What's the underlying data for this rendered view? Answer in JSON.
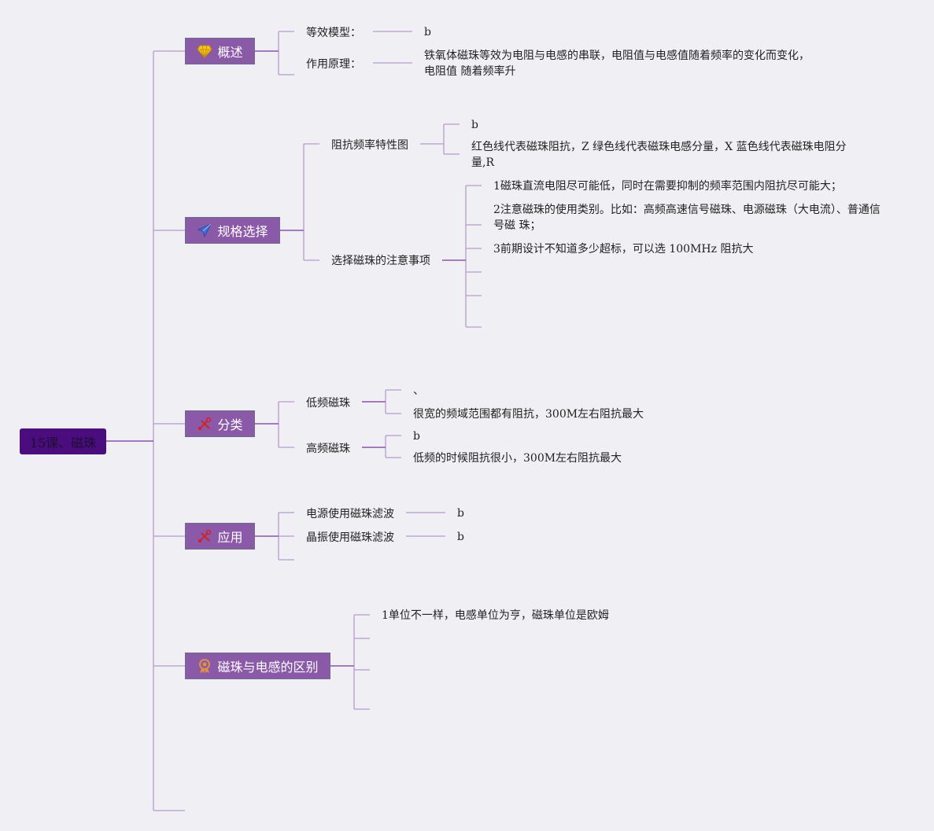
{
  "root": {
    "label": "15课、磁珠"
  },
  "branches": {
    "overview": {
      "label": "概述",
      "icon": "diamond-icon",
      "items": [
        {
          "label": "等效模型：",
          "value": "b"
        },
        {
          "label": "作用原理：",
          "value": "铁氧体磁珠等效为电阻与电感的串联，电阻值与电感值随着频率的变化而变化，电阻值 随着频率升"
        }
      ]
    },
    "spec": {
      "label": "规格选择",
      "icon": "paper-plane-icon",
      "impedance": {
        "label": "阻抗频率特性图",
        "values": [
          "b",
          "红色线代表磁珠阻抗，Z 绿色线代表磁珠电感分量，X 蓝色线代表磁珠电阻分量,R"
        ]
      },
      "notes": {
        "label": "选择磁珠的注意事项",
        "values": [
          "1磁珠直流电阻尽可能低，同时在需要抑制的频率范围内阻抗尽可能大；",
          "2注意磁珠的使用类别。比如：高频高速信号磁珠、电源磁珠（大电流）、普通信号磁 珠；",
          "3前期设计不知道多少超标，可以选 100MHz 阻抗大"
        ]
      }
    },
    "category": {
      "label": "分类",
      "icon": "tools-icon",
      "low": {
        "label": "低频磁珠",
        "values": [
          "、",
          "很宽的频域范围都有阻抗，300M左右阻抗最大"
        ]
      },
      "high": {
        "label": "高频磁珠",
        "values": [
          "b",
          "低频的时候阻抗很小，300M左右阻抗最大"
        ]
      }
    },
    "application": {
      "label": "应用",
      "icon": "tools-icon",
      "items": [
        {
          "label": "电源使用磁珠滤波",
          "value": "b"
        },
        {
          "label": "晶振使用磁珠滤波",
          "value": "b"
        }
      ]
    },
    "difference": {
      "label": "磁珠与电感的区别",
      "icon": "award-icon",
      "values": [
        "1单位不一样，电感单位为亨，磁珠单位是欧姆"
      ]
    }
  },
  "colors": {
    "node_fill": "#8a5aa8",
    "root_fill": "#4b0c7e",
    "connector": "#b79ad0",
    "background": "#f0eff3"
  }
}
